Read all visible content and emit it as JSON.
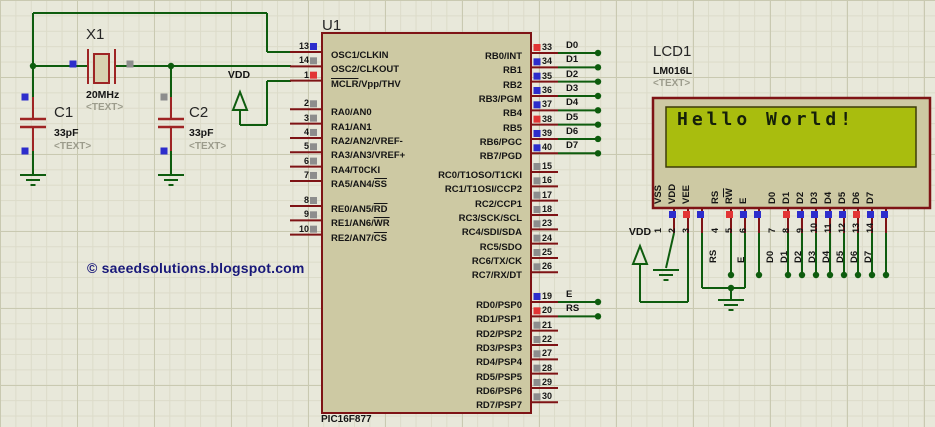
{
  "copyright": "© saeedsolutions.blogspot.com",
  "power_label": "VDD",
  "crystal": {
    "ref": "X1",
    "value": "20MHz",
    "placeholder": "<TEXT>"
  },
  "c1": {
    "ref": "C1",
    "value": "33pF",
    "placeholder": "<TEXT>"
  },
  "c2": {
    "ref": "C2",
    "value": "33pF",
    "placeholder": "<TEXT>"
  },
  "mcu": {
    "ref": "U1",
    "part": "PIC16F877",
    "left_pins": [
      {
        "num": "13",
        "parts": [
          {
            "t": "OSC1/CLKIN"
          }
        ],
        "sq": "blue",
        "g": 0
      },
      {
        "num": "14",
        "parts": [
          {
            "t": "OSC2/CLKOUT"
          }
        ],
        "sq": "gray",
        "g": 0
      },
      {
        "num": "1",
        "parts": [
          {
            "t": "MCLR",
            "ov": true
          },
          {
            "t": "/Vpp/THV"
          }
        ],
        "sq": "red",
        "g": 0
      },
      {
        "num": "2",
        "parts": [
          {
            "t": "RA0/AN0"
          }
        ],
        "sq": "gray",
        "g": 1
      },
      {
        "num": "3",
        "parts": [
          {
            "t": "RA1/AN1"
          }
        ],
        "sq": "gray",
        "g": 1
      },
      {
        "num": "4",
        "parts": [
          {
            "t": "RA2/AN2/VREF-"
          }
        ],
        "sq": "gray",
        "g": 1
      },
      {
        "num": "5",
        "parts": [
          {
            "t": "RA3/AN3/VREF+"
          }
        ],
        "sq": "gray",
        "g": 1
      },
      {
        "num": "6",
        "parts": [
          {
            "t": "RA4/T0CKI"
          }
        ],
        "sq": "gray",
        "g": 1
      },
      {
        "num": "7",
        "parts": [
          {
            "t": "RA5/AN4/"
          },
          {
            "t": "SS",
            "ov": true
          }
        ],
        "sq": "gray",
        "g": 1
      },
      {
        "num": "8",
        "parts": [
          {
            "t": "RE0/AN5/"
          },
          {
            "t": "RD",
            "ov": true
          }
        ],
        "sq": "gray",
        "g": 2
      },
      {
        "num": "9",
        "parts": [
          {
            "t": "RE1/AN6/"
          },
          {
            "t": "WR",
            "ov": true
          }
        ],
        "sq": "gray",
        "g": 2
      },
      {
        "num": "10",
        "parts": [
          {
            "t": "RE2/AN7/"
          },
          {
            "t": "CS",
            "ov": true
          }
        ],
        "sq": "gray",
        "g": 2
      }
    ],
    "right_pins": [
      {
        "num": "33",
        "label": "RB0/INT",
        "sq": "red",
        "net": "D0",
        "g": 0
      },
      {
        "num": "34",
        "label": "RB1",
        "sq": "blue",
        "net": "D1",
        "g": 0
      },
      {
        "num": "35",
        "label": "RB2",
        "sq": "blue",
        "net": "D2",
        "g": 0
      },
      {
        "num": "36",
        "label": "RB3/PGM",
        "sq": "blue",
        "net": "D3",
        "g": 0
      },
      {
        "num": "37",
        "label": "RB4",
        "sq": "blue",
        "net": "D4",
        "g": 0
      },
      {
        "num": "38",
        "label": "RB5",
        "sq": "red",
        "net": "D5",
        "g": 0
      },
      {
        "num": "39",
        "label": "RB6/PGC",
        "sq": "blue",
        "net": "D6",
        "g": 0
      },
      {
        "num": "40",
        "label": "RB7/PGD",
        "sq": "blue",
        "net": "D7",
        "g": 0
      },
      {
        "num": "15",
        "label": "RC0/T1OSO/T1CKI",
        "sq": "gray",
        "g": 1
      },
      {
        "num": "16",
        "label": "RC1/T1OSI/CCP2",
        "sq": "gray",
        "g": 1
      },
      {
        "num": "17",
        "label": "RC2/CCP1",
        "sq": "gray",
        "g": 1
      },
      {
        "num": "18",
        "label": "RC3/SCK/SCL",
        "sq": "gray",
        "g": 1
      },
      {
        "num": "23",
        "label": "RC4/SDI/SDA",
        "sq": "gray",
        "g": 1
      },
      {
        "num": "24",
        "label": "RC5/SDO",
        "sq": "gray",
        "g": 1
      },
      {
        "num": "25",
        "label": "RC6/TX/CK",
        "sq": "gray",
        "g": 1
      },
      {
        "num": "26",
        "label": "RC7/RX/DT",
        "sq": "gray",
        "g": 1
      },
      {
        "num": "19",
        "label": "RD0/PSP0",
        "sq": "blue",
        "net": "E",
        "g": 2
      },
      {
        "num": "20",
        "label": "RD1/PSP1",
        "sq": "red",
        "net": "RS",
        "g": 2
      },
      {
        "num": "21",
        "label": "RD2/PSP2",
        "sq": "gray",
        "g": 2
      },
      {
        "num": "22",
        "label": "RD3/PSP3",
        "sq": "gray",
        "g": 2
      },
      {
        "num": "27",
        "label": "RD4/PSP4",
        "sq": "gray",
        "g": 2
      },
      {
        "num": "28",
        "label": "RD5/PSP5",
        "sq": "gray",
        "g": 2
      },
      {
        "num": "29",
        "label": "RD6/PSP6",
        "sq": "gray",
        "g": 2
      },
      {
        "num": "30",
        "label": "RD7/PSP7",
        "sq": "gray",
        "g": 2
      }
    ]
  },
  "lcd": {
    "ref": "LCD1",
    "part": "LM016L",
    "placeholder": "<TEXT>",
    "display_text": "Hello World!",
    "pins": [
      {
        "num": "1",
        "name": [
          {
            "t": "VSS"
          }
        ],
        "sq": "blue"
      },
      {
        "num": "2",
        "name": [
          {
            "t": "VDD"
          }
        ],
        "sq": "red"
      },
      {
        "num": "3",
        "name": [
          {
            "t": "VEE"
          }
        ],
        "sq": "blue"
      },
      {
        "num": "4",
        "name": [
          {
            "t": "RS"
          }
        ],
        "sq": "red",
        "net": "RS"
      },
      {
        "num": "5",
        "name": [
          {
            "t": "R"
          },
          {
            "t": "W",
            "ov": true
          }
        ],
        "sq": "blue"
      },
      {
        "num": "6",
        "name": [
          {
            "t": "E"
          }
        ],
        "sq": "blue",
        "net": "E"
      },
      {
        "num": "7",
        "name": [
          {
            "t": "D0"
          }
        ],
        "sq": "red",
        "net": "D0"
      },
      {
        "num": "8",
        "name": [
          {
            "t": "D1"
          }
        ],
        "sq": "blue",
        "net": "D1"
      },
      {
        "num": "9",
        "name": [
          {
            "t": "D2"
          }
        ],
        "sq": "blue",
        "net": "D2"
      },
      {
        "num": "10",
        "name": [
          {
            "t": "D3"
          }
        ],
        "sq": "blue",
        "net": "D3"
      },
      {
        "num": "11",
        "name": [
          {
            "t": "D4"
          }
        ],
        "sq": "blue",
        "net": "D4"
      },
      {
        "num": "12",
        "name": [
          {
            "t": "D5"
          }
        ],
        "sq": "red",
        "net": "D5"
      },
      {
        "num": "13",
        "name": [
          {
            "t": "D6"
          }
        ],
        "sq": "blue",
        "net": "D6"
      },
      {
        "num": "14",
        "name": [
          {
            "t": "D7"
          }
        ],
        "sq": "blue",
        "net": "D7"
      }
    ]
  },
  "colors": {
    "wire": "#0e5c0e",
    "element_red": "#9e2424",
    "board_red": "#7e1315",
    "chip_fill": "#cdc9a3",
    "crystal_fill": "#d8d2b0",
    "lcd_green": "#a9bd0e",
    "square_blue": "#2d2dcc",
    "square_red": "#e23434",
    "square_gray": "#8d8d8d",
    "text_navy": "#181879"
  }
}
